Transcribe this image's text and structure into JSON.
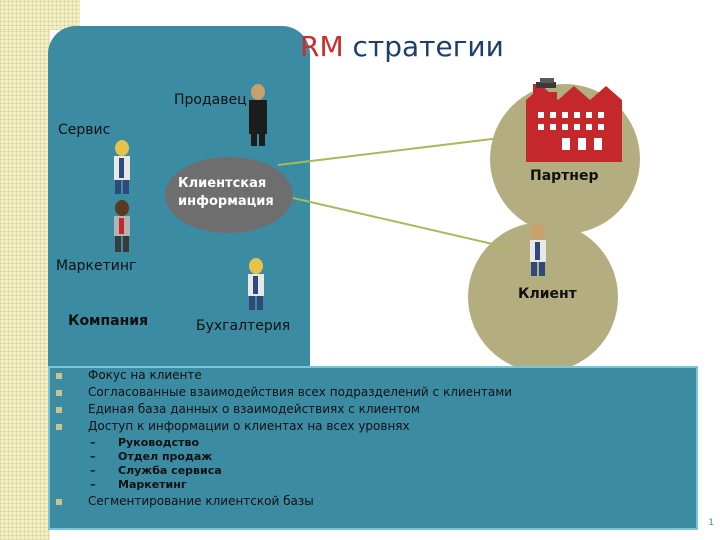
{
  "title": {
    "accent": "RM",
    "rest": " стратегии"
  },
  "company_panel": {
    "prodavets": "Продавец",
    "servis": "Сервис",
    "marketing": "Маркетинг",
    "kompaniya": "Компания",
    "bukhgalteriya": "Бухгалтерия"
  },
  "info": {
    "line1": "Клиентская",
    "line2": "информация"
  },
  "partner_label": "Партнер",
  "client_label": "Клиент",
  "bullets": [
    "Фокус на клиенте",
    "Согласованные взаимодействия всех подразделений с клиентами",
    "Единая база данных о взаимодействиях с клиентом",
    "Доступ к информации о клиентах на всех уровнях"
  ],
  "sub_bullets": [
    "Руководство",
    "Отдел продаж",
    "Служба сервиса",
    "Маркетинг"
  ],
  "sub_dash": "–",
  "last_bullet": "Сегментирование клиентской базы",
  "page_number": "1",
  "colors": {
    "panel": "#3b8ba3",
    "circle": "#b4ad80",
    "oval": "#6e6e6e",
    "factory": "#c4282b",
    "title_accent": "#cc2b2b",
    "title": "#1f3f6b",
    "connector": "#a8b85a"
  }
}
